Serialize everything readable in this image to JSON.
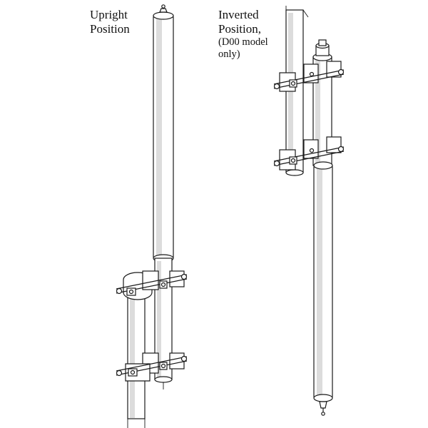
{
  "labels": {
    "upright": [
      "Upright",
      "Position"
    ],
    "inverted": [
      "Inverted",
      "Position,"
    ],
    "inverted_note": [
      "(D00 model",
      "only)"
    ]
  },
  "colors": {
    "line": "#1a1a1a",
    "shade": "#dcdcdc",
    "background": "#ffffff"
  }
}
